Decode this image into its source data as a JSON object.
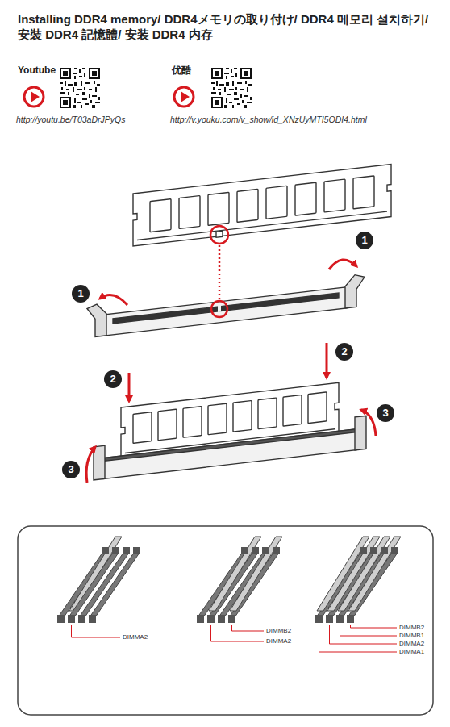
{
  "diagram": {
    "title": "Installing DDR4 memory/ DDR4メモリの取り付け/ DDR4 메모리 설치하기/ 安裝 DDR4 記憶體/ 安装 DDR4 内存",
    "labels": [
      "Youtube",
      "优酷",
      "http://youtu.be/T03aDrJPyQs",
      "http://v.youku.com/v_show/id_XNzUyMTI5ODI4.html",
      "1",
      "1",
      "2",
      "2",
      "3",
      "3",
      "DIMMA2",
      "DIMMB2",
      "DIMMA2",
      "DIMMB2",
      "DIMMB1",
      "DIMMA2",
      "DIMMA1"
    ]
  }
}
